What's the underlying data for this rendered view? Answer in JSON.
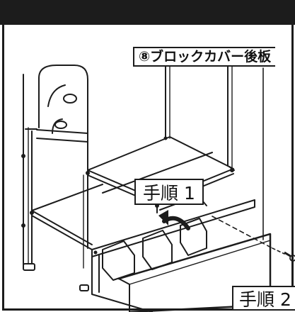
{
  "labels": {
    "part_name": "⑧ブロックカバー後板",
    "step_1": "手順 1",
    "step_2": "手順 2"
  },
  "colors": {
    "ink": "#1c1c1c",
    "panel": "#ffffff",
    "background": "#ffffff"
  },
  "icons": {
    "arrow": "curved-arrow-icon",
    "screw": "screw-icon"
  }
}
